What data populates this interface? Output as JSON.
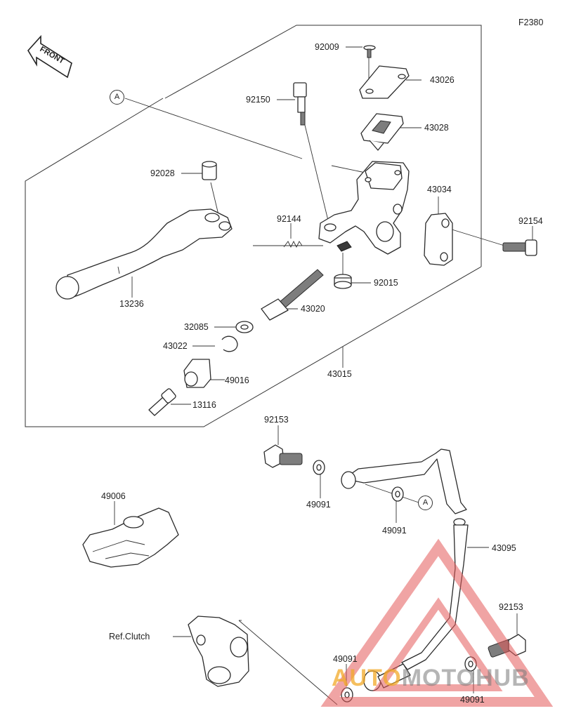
{
  "figure_code": "F2380",
  "front_label": "FRONT",
  "ref_marker": "A",
  "ref_clutch": "Ref.Clutch",
  "watermark": {
    "auto": "AUTO",
    "moto": "MOTO",
    "hub": "HUB"
  },
  "colors": {
    "line": "#2a2a2a",
    "shade": "#7d7d7d",
    "watermark_red": "#e45a5a",
    "watermark_yellow": "#f2aa28"
  },
  "parts": {
    "p92009": "92009",
    "p43026": "43026",
    "p92150": "92150",
    "p43028": "43028",
    "p92028": "92028",
    "p43034": "43034",
    "p92144": "92144",
    "p92154": "92154",
    "p92015": "92015",
    "p13236": "13236",
    "p43020": "43020",
    "p32085": "32085",
    "p43022": "43022",
    "p49016": "49016",
    "p43015": "43015",
    "p13116": "13116",
    "p92153_top": "92153",
    "p49006": "49006",
    "p49091_a": "49091",
    "p49091_b": "49091",
    "p43095": "43095",
    "p92153_bottom": "92153",
    "p49091_c": "49091",
    "p49091_d": "49091"
  }
}
